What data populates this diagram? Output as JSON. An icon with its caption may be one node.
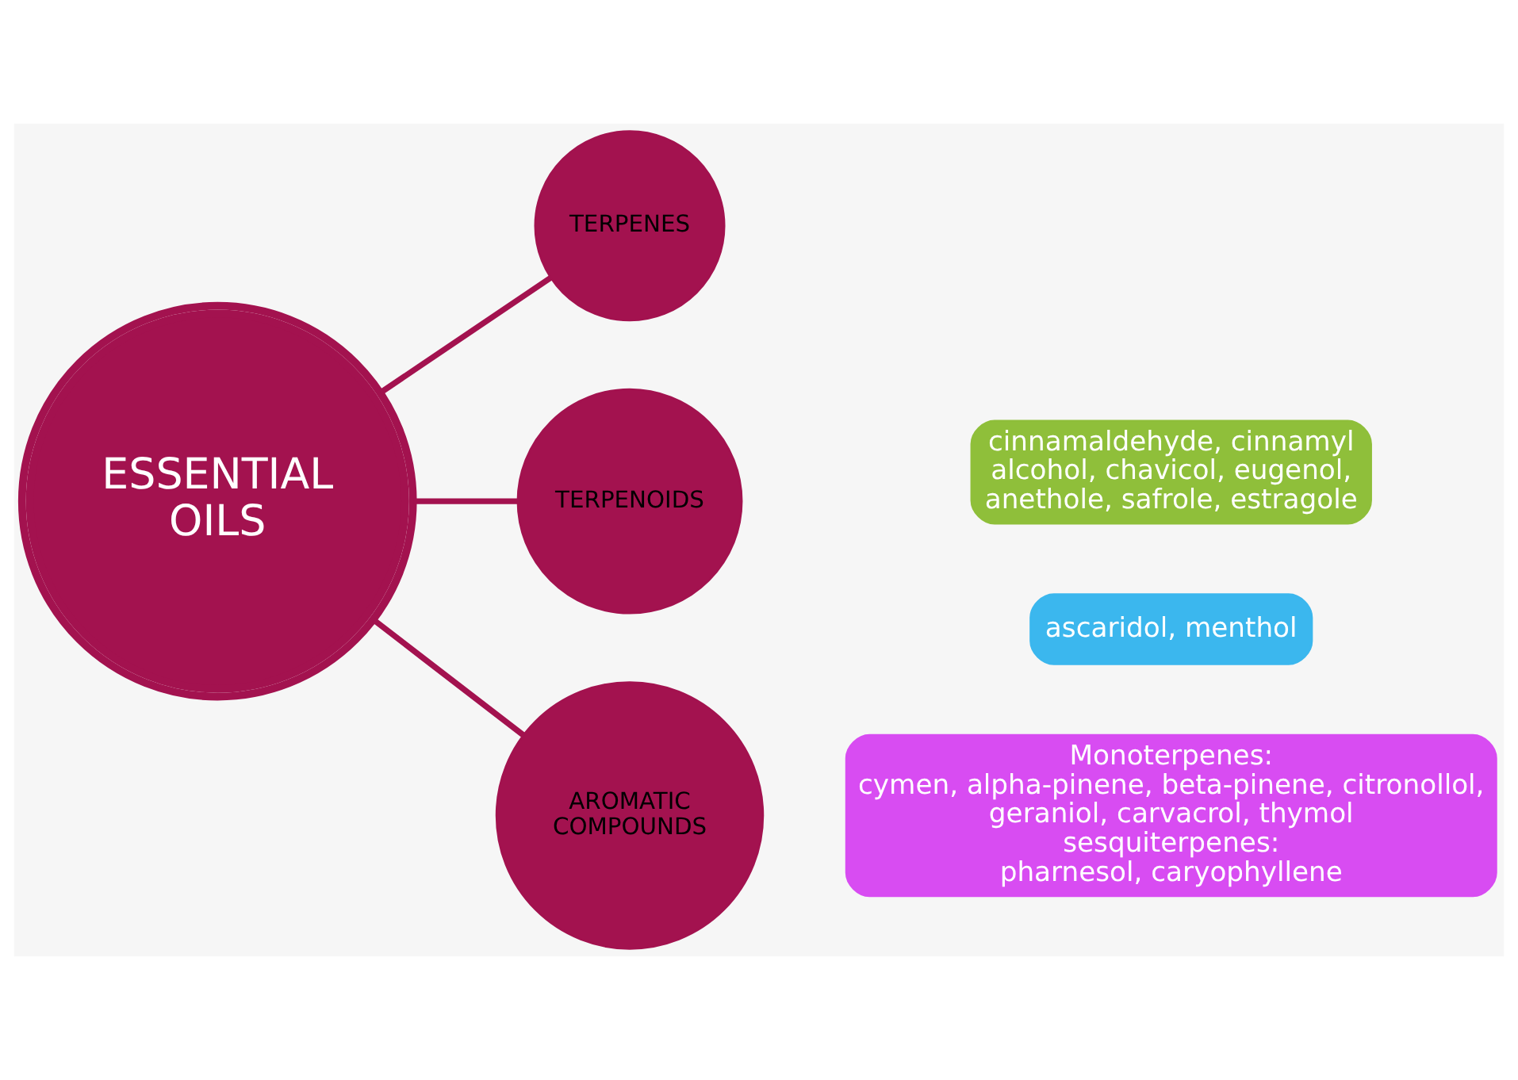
{
  "diagram": {
    "nodes": [
      {
        "text": [
          "ESSENTIAL OILS"
        ]
      },
      {
        "text": [
          "TERPENES"
        ]
      },
      {
        "text": [
          "Monoterpenes:",
          "cymen, alpha-pinene, beta-pinene, citronollol, geraniol, carvacrol, thymol",
          "sesquiterpenes:",
          "pharnesol, caryophyllene"
        ]
      },
      {
        "text": [
          "TERPENOIDS"
        ]
      },
      {
        "text": [
          "ascaridol, menthol"
        ]
      },
      {
        "text": [
          "AROMATIC COMPOUNDS"
        ]
      },
      {
        "text": [
          "cinnamaldehyde, cinnamyl alcohol, chavicol, eugenol, anethole, safrole, estragole"
        ]
      }
    ],
    "edges": [
      {
        "from": 0,
        "to": 1,
        "arrow": "none"
      },
      {
        "from": 0,
        "to": 3,
        "arrow": "none"
      },
      {
        "from": 0,
        "to": 5,
        "arrow": "none"
      }
    ]
  }
}
